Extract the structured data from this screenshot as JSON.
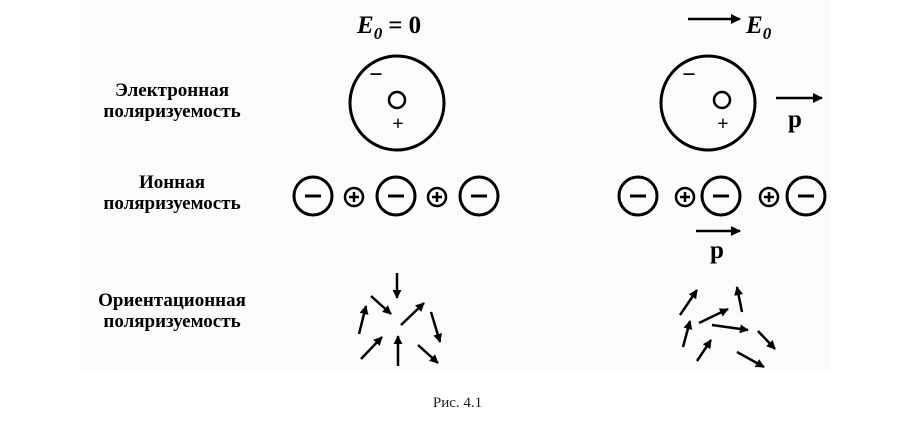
{
  "header": {
    "left_field": {
      "symbol": "E",
      "subscript": "0",
      "condition": "= 0"
    },
    "right_field": {
      "symbol": "E",
      "subscript": "0"
    }
  },
  "rows": [
    {
      "label_line1": "Электронная",
      "label_line2": "поляризуемость"
    },
    {
      "label_line1": "Ионная",
      "label_line2": "поляризуемость"
    },
    {
      "label_line1": "Ориентационная",
      "label_line2": "поляризуемость"
    }
  ],
  "symbols": {
    "electron_charge": "−",
    "nucleus_charge": "+",
    "dipole_moment": "p"
  },
  "caption": "Рис. 4.1"
}
